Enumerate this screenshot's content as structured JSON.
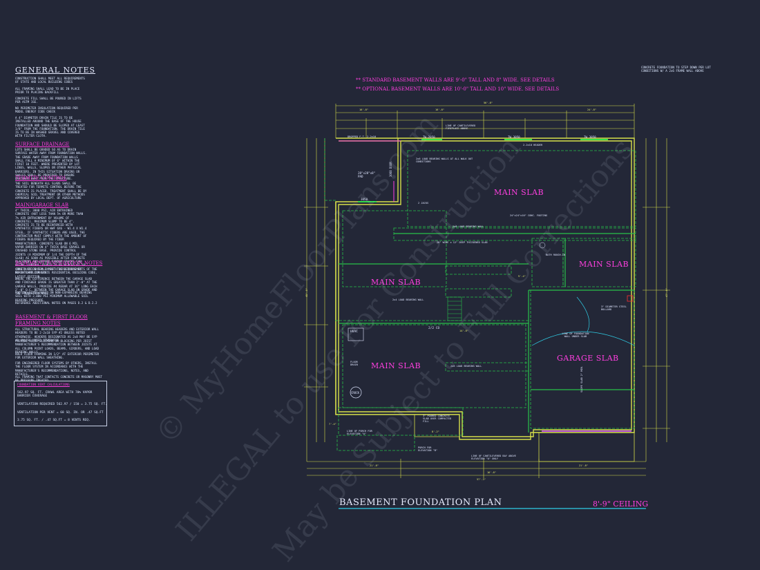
{
  "general_notes": {
    "title": "GENERAL   NOTES",
    "intro": "CONSTRUCTION SHALL MEET ALL REQUIREMENTS OF STATE AND LOCAL BUILDING CODES",
    "paragraphs": [
      "ALL FRAMING SHALL LEAD TO BE IN PLACE PRIOR TO PLACING BACKFILL",
      "CONCRETE FILL SHALL BE POURED IN LIFTS PER ASTM 1SE.",
      "NO PERIMETER INSULATION REQUIRED PER MODEL ENERGY CODE CHECK",
      "A 4\" DIAMETER DRAIN TILE IS TO BE INSTALLED AROUND THE BASE OF THE HOUSE FOUNDATION AND SHOULD BE SLOPED AT LEAST 1/8\" FROM THE FOUNDATION. THE DRAIN TILE IS TO BE IN WASHED GRAVEL AND COVERED WITH FILTER CLOTH."
    ],
    "surface_drainage": {
      "heading": "SURFACE DRAINAGE",
      "body": "LOTS SHALL BE GRADED SO AS TO DRAIN SURFACE WATER AWAY FROM FOUNDATION WALLS. THE GRADE AWAY FROM FOUNDATION WALLS SHALL FALL A MINIMUM OF 6\" WITHIN THE FIRST 10 FEET. WHERE PREVENTED BY LOT LINES, WALLS, SLOPES OR OTHER PHYSICAL BARRIERS, IN THIS SITUATION DRAINS OR SWALES SHALL BE PROVIDED TO ENSURE DRAINAGE AWAY FROM THE STRUCTURE."
    },
    "termite_control": {
      "heading": "TERMITE CONTROL",
      "body": "THE SOIL BENEATH ALL SLABS SHALL BE TREATED FOR TERMITE CONTROL BEFORE THE CONCRETE IS PLACED. TREATMENT SHALL BE BY CHEMICAL SOIL TREATMENT OR OTHER METHODS APPROVED BY LOCAL DEPT. OF AGRICULTURE"
    },
    "main_garage_slab": {
      "heading": "MAIN/GARAGE SLAB",
      "body": "4\" THICK, 3000 PSI, AIR ENTRAINED CONCRETE (NOT LESS THAN 5% OR MORE THAN 7% AIR ENTRAINMENT BY VOLUME OF CONCRETE). MAXIMUM SLUMP TO BE 4\". CONCRETE IS TO BE REINFORCED WITH SYNTHETIC FIBERS OR WWF 6X6 - W1.4 X W1.4 STEEL. IF SYNTHETIC FIBERS ARE USED, THE CONTRACTOR MUST COMPLY WITH THE AMOUNT OF FIBERS REQUIRED BY THE FIBER MANUFACTURER. CONCRETE SLAB ON 6 MIL VAPOR BARRIER ON 4\" THICK BASE GRAVEL OR CRUSHED STONE BASE. PROVIDE CONTROL JOINTS (A MINIMUM OF 1/4 THE DEPTH OF THE SLAB) AS SOON AS POSSIBLE AFTER CONCRETE PLACEMENT AND BEFORE RANDOM CRACKS CAN OCCUR. CONTROL JOINTS TO BE PLACED AT 10' (MAX.) ON CENTER IN BOTH DIRECTIONS AT RE-ENTRANT CORNERS."
    },
    "basement_foundation_notes": {
      "heading": "BASEMENT FOUNDATION NOTES",
      "paragraphs": [
        "CONSTRUCTION SHALL MEET THE REQUIREMENTS OF THE NORTH CAROLINA STATE RESIDENTIAL BUILDING CODE, LATEST EDITION.",
        "WHERE THE DIFFERENCE BETWEEN THE GARAGE SLAB AND FINISHED GRADE IS GREATER THAN 2'-0\" AT THE GARAGE WALLS, PROVIDE #4 REBAR AT 36\" LONG EACH 2'-0\" O.C. BETWEEN THE GARAGE SLAB ON GRADE AND THE FOUNDATION WALL.",
        "FOOTING SIZES BASED ON NON-EXPANSIVE BEARING SOIL WITH 2,000 PSI MINIMUM ALLOWABLE SOIL BEARING PRESSURE.",
        "REFERENCE ADDITIONAL NOTES ON PAGES D.2 & D.2.2"
      ]
    },
    "basement_first_floor": {
      "heading1": "BASEMENT & FIRST FLOOR",
      "heading2": "FRAMING NOTES",
      "paragraphs": [
        "ALL STRUCTURAL BEARING HEADERS AND EXTERIOR WALL HEADERS TO BE 2-2x10 SYP #2 UNLESS NOTED OTHERWISE. HEADERS DESIGNATED AS 2x8 MAY BE SYP #2 UNLESS NOTED OTHERWISE.",
        "PROVIDE SOLID BLOCKING OR BLOCKING PER JOIST MANUFACTURER'S RECOMMENDATION BETWEEN JOISTS AT ALL COLUMN POINT LOADS, BEAMS, GIRDERS, AND LOAD BEARING WALLS.",
        "HOLD FLOOR FRAMING IN 1/2\" AT EXTERIOR PERIMETER FOR EXTERIOR WALL SHEATHING.",
        "FOR ENGINEERED FLOOR SYSTEMS BY OTHERS, INSTALL THE FLOOR SYSTEM IN ACCORDANCE WITH THE MANUFACTURER'S RECOMMENDATIONS, NOTES, AND DETAILS.",
        "ALL FRAMING THAT CONTACTS CONCRETE OR MASONRY MUST BE PRESSURE TREATED."
      ]
    }
  },
  "vent_calc": {
    "title": "FOUNDATION VENT CALCULATIONS",
    "line1": "562.97 SQ. FT. CRAWL AREA WITH 70% VAPOR BARRIER COVERAGE",
    "line2": "VENTILATION REQUIRED 562.97 / 150 = 3.75 SQ. FT.",
    "line3": "VENTILATION PER VENT = 68 SQ. IN. OR .47 SQ.FT",
    "line4": "3.75 SQ. FT. / .47 SQ.FT = 8 VENTS REQ."
  },
  "top_notes": {
    "line1": "** STANDARD BASEMENT WALLS ARE 9'-0\" TALL AND 8\" WIDE. SEE DETAILS",
    "line2": "** OPTIONAL BASEMENT WALLS ARE 10'-0\" TALL AND 10\" WIDE. SEE DETAILS",
    "corner": "CONCRETE FOUNDATION TO STEP DOWN PER LOT CONDITIONS W/ A 2x6 FRAME WALL ABOVE"
  },
  "plan": {
    "title": "BASEMENT FOUNDATION PLAN",
    "ceiling": "8'-9\" CEILING",
    "rooms": [
      "MAIN SLAB",
      "MAIN SLAB",
      "MAIN SLAB",
      "MAIN SLAB",
      "GARAGE SLAB"
    ],
    "walls": {
      "top": "2x6 LOAD BEARING WALLS AT ALL WALK OUT CONDITIONS",
      "mid": "2x6 LOAD BEARING WALL",
      "left": "2x4 LOAD BEARING WALL",
      "low": "2x6 LOAD BEARING WALL"
    },
    "windows": [
      "TW 2850",
      "TW 3050",
      "TW 3050",
      "3050",
      "3068 DOOR"
    ],
    "labels": {
      "hvac": "HVAC",
      "floor_drain": "FLOOR DRAIN",
      "crock": "CROCK",
      "bath": "BATH ROUGH-IN",
      "garage_line": "LINE OF FOUNDATION WALL UNDER SLAB",
      "bollard": "3\" DIAMETER STEEL BOLLARD",
      "porch_line": "LINE OF PORCH FOR ELEVATION \"A\"",
      "porch_b": "PORCH FOR ELEVATION \"B\"",
      "poured": "3\" POURED CONCRETE SLAB OVER COMPACTED FILL",
      "cantilever": "LINE OF CANTILEVERED BAY ABOVE ELEVATION \"A\" ONLY",
      "dropped": "DROPPED F.T. 2-2x10",
      "pad": "28\"x28\"x8\" PAD",
      "fireplace": "LINE OF CANTILEVERED FIREPLACE ABOVE",
      "conc_footing": "24\"x24\"x10\" CONC. FOOTING",
      "thick_slab": "20\" WIDE x 12\" DEEP THICKENED SLAB",
      "slope": "SLOPE SLAB 2\" MIN.",
      "jacks": "2 JACKS",
      "header": "2-2x10 HEADER",
      "co": "2/2 CO"
    },
    "dims": {
      "top_overall": "56'-8\"",
      "top_a": "16'-8\"",
      "top_b": "16'-8\"",
      "top_c": "24'-8\"",
      "bot_a": "21'-8\"",
      "bot_b": "16'-8\"",
      "bot_c": "21'-8\"",
      "bot_overall": "57'-3\"",
      "left_overall": "45'-0\"",
      "right_overall": "47'-0\"",
      "porch_w": "8'-2\"",
      "porch_d": "7'-4\"",
      "mid_a": "14'-8\"",
      "mid_b": "9'-4\""
    }
  },
  "watermark": {
    "line1": "© MyHomeFloorPlans.com",
    "line2": "ILLEGAL to use For Construction",
    "line3": "May be Subject to Full Corrections"
  },
  "colors": {
    "background": "#232737",
    "wall": "#d8e04a",
    "slab": "#29c24a",
    "note_magenta": "#ff3fe0",
    "window": "#33e04a",
    "text": "#dce8ff",
    "cyan_dim": "#2fd0e8"
  }
}
